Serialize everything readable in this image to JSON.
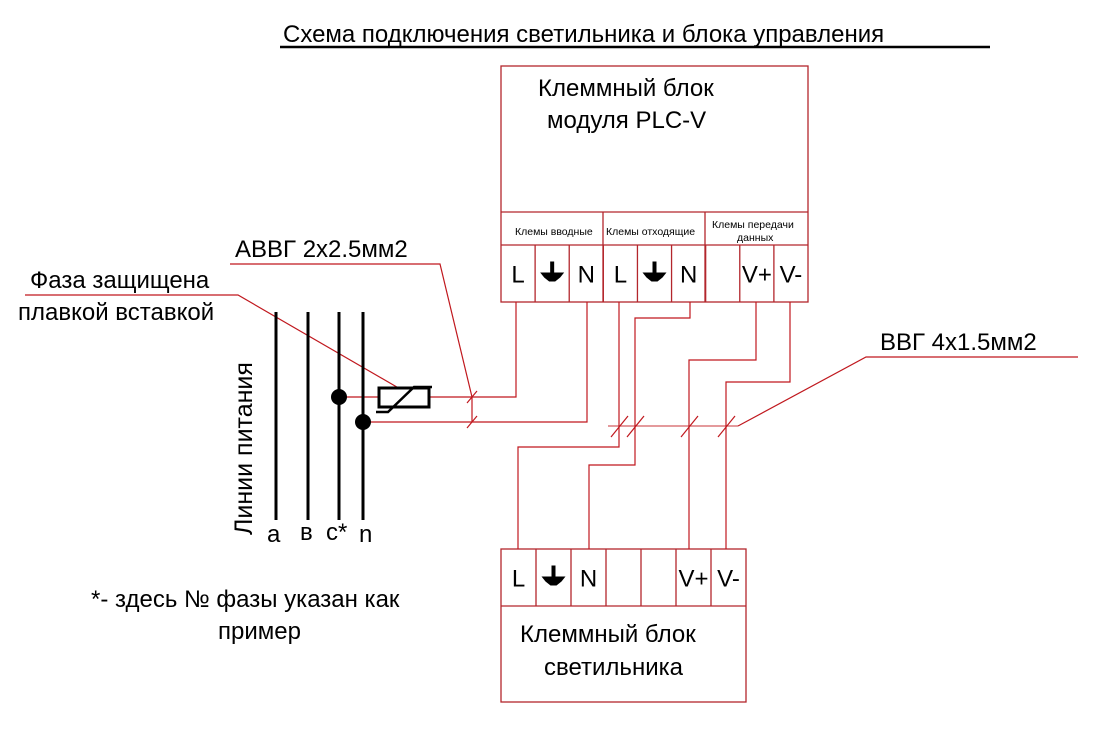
{
  "title": "Схема подключения светильника и блока управления",
  "plc_block": {
    "title_line1": "Клеммный блок",
    "title_line2": "модуля PLC-V",
    "groups": [
      {
        "label": "Клемы вводные"
      },
      {
        "label": "Клемы отходящие"
      },
      {
        "label_line1": "Клемы передачи",
        "label_line2": "данных"
      }
    ],
    "terminals": [
      "L",
      "ground",
      "N",
      "L",
      "ground",
      "N",
      "",
      "V+",
      "V-"
    ]
  },
  "lamp_block": {
    "title_line1": "Клеммный блок",
    "title_line2": "светильника",
    "terminals": [
      "L",
      "ground",
      "N",
      "",
      "",
      "V+",
      "V-"
    ]
  },
  "power_lines": {
    "label": "Линии питания",
    "lines": [
      "a",
      "в",
      "c*",
      "n"
    ]
  },
  "annotations": {
    "fuse_line1": "Фаза защищена",
    "fuse_line2": "плавкой вставкой",
    "cable_power": "АВВГ 2х2.5мм2",
    "cable_data": "ВВГ 4х1.5мм2",
    "footnote_line1": "*- здесь № фазы указан как",
    "footnote_line2": "пример"
  },
  "colors": {
    "wire": "#c0181e",
    "text": "#000000"
  }
}
